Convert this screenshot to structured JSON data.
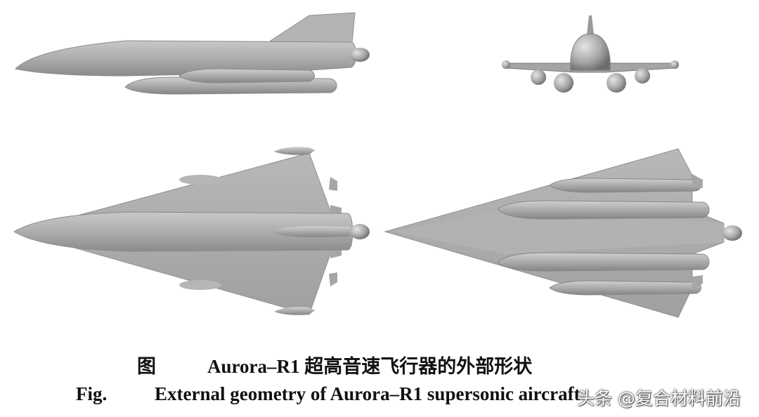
{
  "caption": {
    "cn_label": "图",
    "cn_text": "Aurora–R1 超高音速飞行器的外部形状",
    "en_label": "Fig.",
    "en_text": "External geometry of Aurora–R1 supersonic aircraft"
  },
  "watermark": {
    "text": "头条 @复合材料前沿"
  },
  "figure": {
    "views": [
      "side-view",
      "front-view",
      "top-view-lower",
      "top-view-upper"
    ]
  },
  "colors": {
    "body": "#a9a9a9",
    "shade": "#8a8a8a",
    "light": "#cfcfcf"
  }
}
